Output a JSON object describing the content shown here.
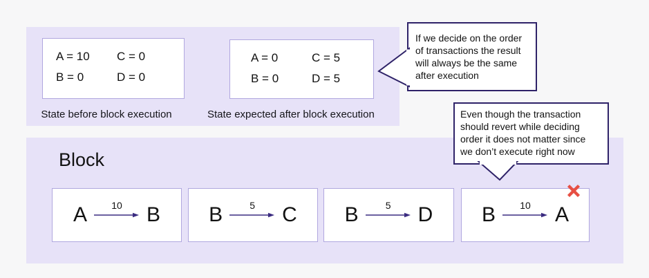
{
  "colors": {
    "page_bg": "#f7f7f8",
    "panel_bg": "#e7e2f8",
    "card_border": "#b0a7df",
    "callout_border": "#2e2268",
    "arrow": "#3a2b80",
    "reject_x": "#e74f43"
  },
  "states": {
    "before": {
      "cells": [
        "A = 10",
        "C = 0",
        "B = 0",
        "D = 0"
      ],
      "caption": "State before block execution"
    },
    "after": {
      "cells": [
        "A = 0",
        "C = 5",
        "B = 0",
        "D = 5"
      ],
      "caption": "State expected after block execution"
    }
  },
  "callouts": {
    "order": {
      "lines": [
        "If we decide on the order",
        "of transactions the result",
        "will always be the same",
        "after execution"
      ]
    },
    "revert": {
      "lines": [
        "Even though the transaction",
        "should revert while deciding",
        "order it does not matter since",
        "we don’t execute right now"
      ]
    }
  },
  "block": {
    "title": "Block",
    "transactions": [
      {
        "from": "A",
        "amount": "10",
        "to": "B",
        "rejected": false
      },
      {
        "from": "B",
        "amount": "5",
        "to": "C",
        "rejected": false
      },
      {
        "from": "B",
        "amount": "5",
        "to": "D",
        "rejected": false
      },
      {
        "from": "B",
        "amount": "10",
        "to": "A",
        "rejected": true
      }
    ]
  },
  "icons": {
    "reject": "x-mark"
  }
}
